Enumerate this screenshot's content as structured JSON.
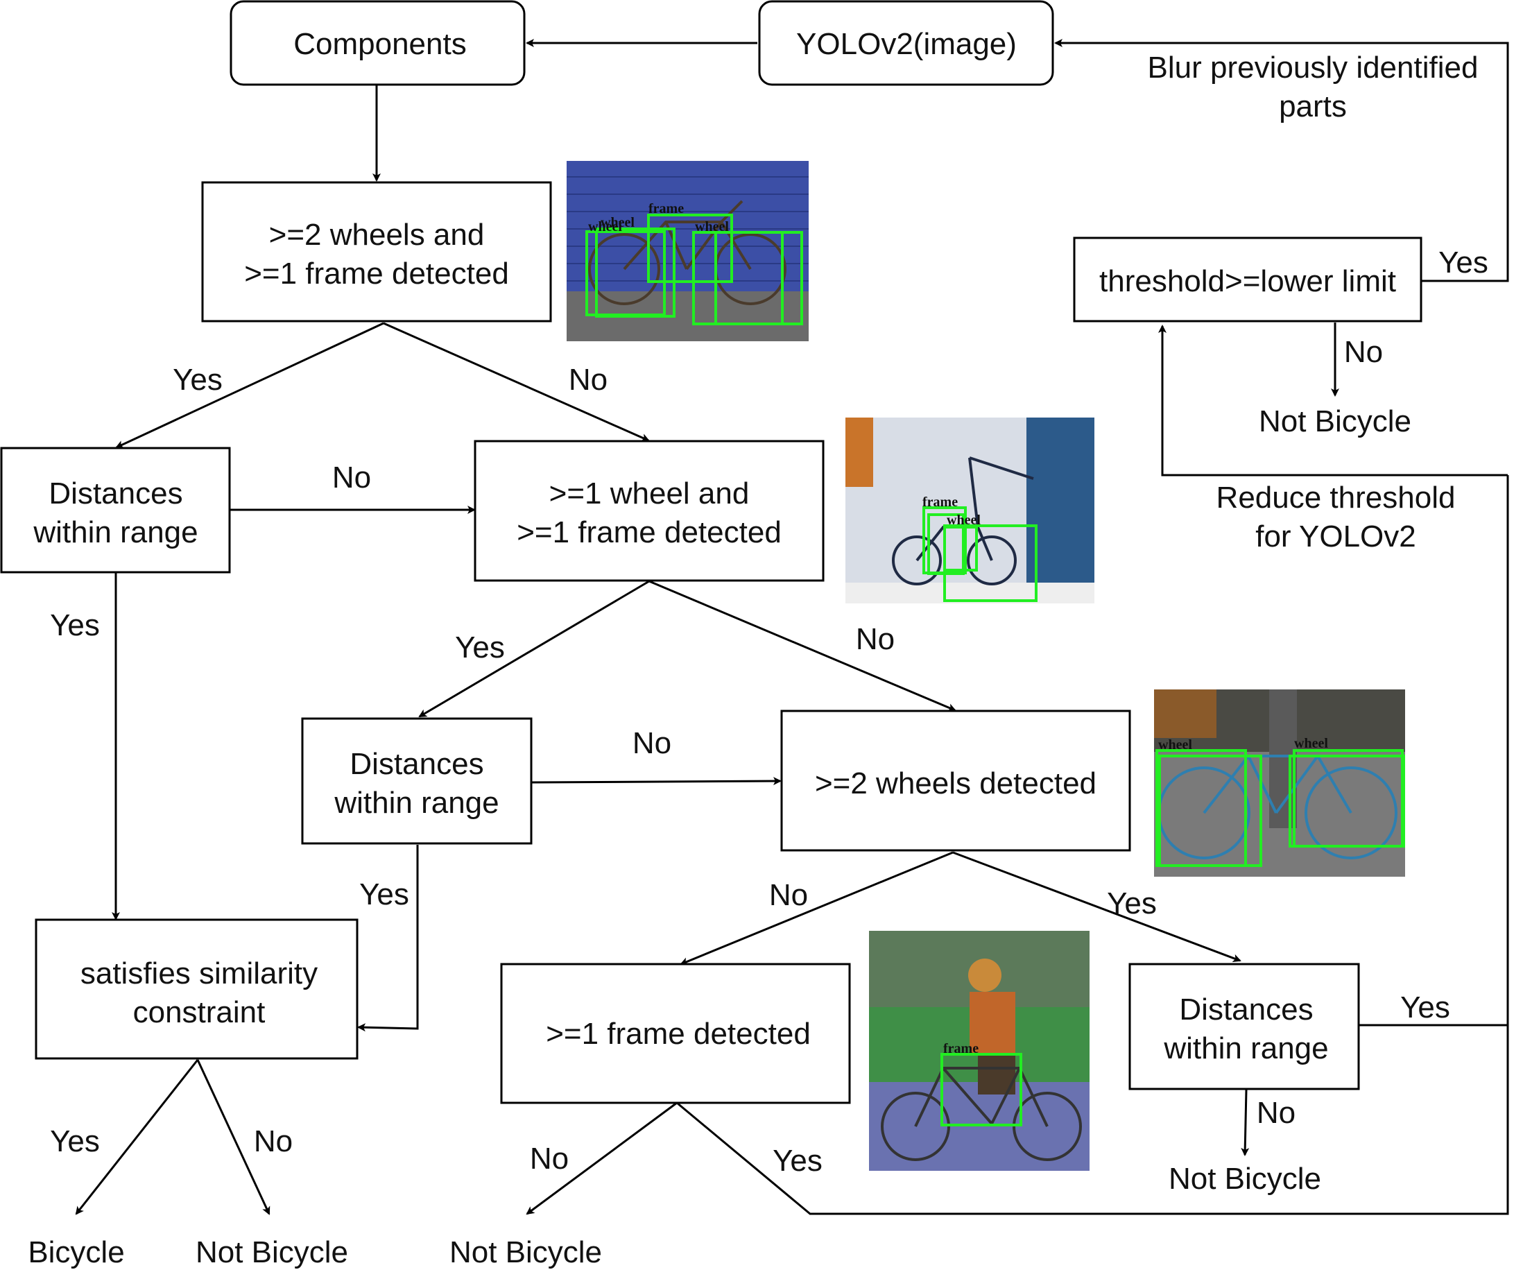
{
  "nodes": {
    "components": "Components",
    "yolo": "YOLOv2(image)",
    "check_two_wheels_frame": [
      ">=2 wheels and",
      ">=1 frame detected"
    ],
    "dist1": [
      "Distances",
      "within range"
    ],
    "check_one_wheel_frame": [
      ">=1 wheel and",
      ">=1 frame detected"
    ],
    "dist2": [
      "Distances",
      "within range"
    ],
    "check_two_wheels": ">=2 wheels detected",
    "check_frame": ">=1 frame detected",
    "dist3": [
      "Distances",
      "within range"
    ],
    "similarity": [
      "satisfies similarity",
      "constraint"
    ],
    "threshold": "threshold>=lower limit"
  },
  "outcomes": {
    "bicycle": "Bicycle",
    "not_bicycle_similarity": "Not Bicycle",
    "not_bicycle_frame": "Not Bicycle",
    "not_bicycle_dist3": "Not Bicycle",
    "not_bicycle_threshold": "Not Bicycle"
  },
  "edge_labels": {
    "yes": "Yes",
    "no": "No",
    "blur": [
      "Blur previously identified",
      "parts"
    ],
    "reduce": [
      "Reduce threshold",
      "for YOLOv2"
    ]
  },
  "detections": {
    "wheel": "wheel",
    "frame": "frame"
  },
  "colors": {
    "detection_box": "#22ee22",
    "brick_wall": "#3c4fa6",
    "street": "#6b6b6b",
    "grass": "#3f8f47",
    "room": "#d8dde6"
  }
}
